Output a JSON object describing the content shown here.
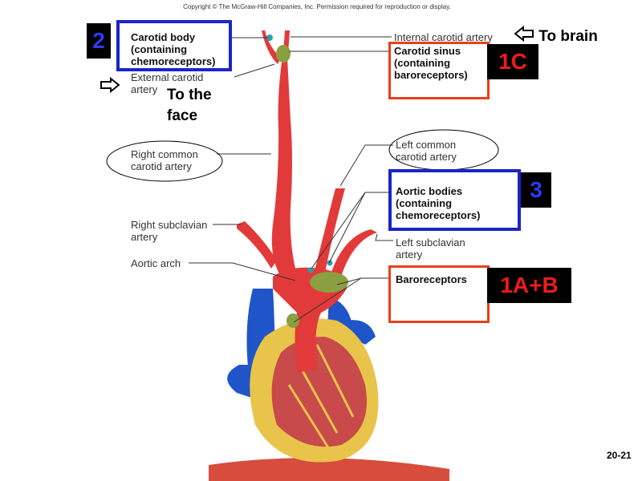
{
  "copyright": "Copyright © The McGraw-Hill Companies, Inc. Permission required for reproduction or display.",
  "labels": {
    "carotid_body": [
      "Carotid body",
      "(containing",
      "chemoreceptors)"
    ],
    "internal_carotid": "Internal carotid artery",
    "carotid_sinus": [
      "Carotid sinus",
      "(containing",
      "baroreceptors)"
    ],
    "external_carotid": [
      "External carotid",
      "artery"
    ],
    "right_common_carotid": [
      "Right common",
      "carotid artery"
    ],
    "left_common_carotid": [
      "Left common",
      "carotid artery"
    ],
    "aortic_bodies": [
      "Aortic bodies",
      "(containing",
      "chemoreceptors)"
    ],
    "right_subclavian": [
      "Right subclavian",
      "artery"
    ],
    "left_subclavian": [
      "Left subclavian",
      "artery"
    ],
    "aortic_arch": "Aortic arch",
    "baroreceptors": "Baroreceptors"
  },
  "tags": {
    "carotid_body_num": "2",
    "carotid_sinus_num": "1C",
    "aortic_bodies_num": "3",
    "baroreceptors_num": "1A+B"
  },
  "hints": {
    "to_brain": "To brain",
    "to_face_line1": "To the",
    "to_face_line2": "face"
  },
  "slide_number": "20-21",
  "colors": {
    "blue_box": "#1a24c8",
    "red_box": "#e8401a",
    "artery": "#e23a3a",
    "vein": "#1f55c8",
    "receptor": "#8aa040"
  }
}
